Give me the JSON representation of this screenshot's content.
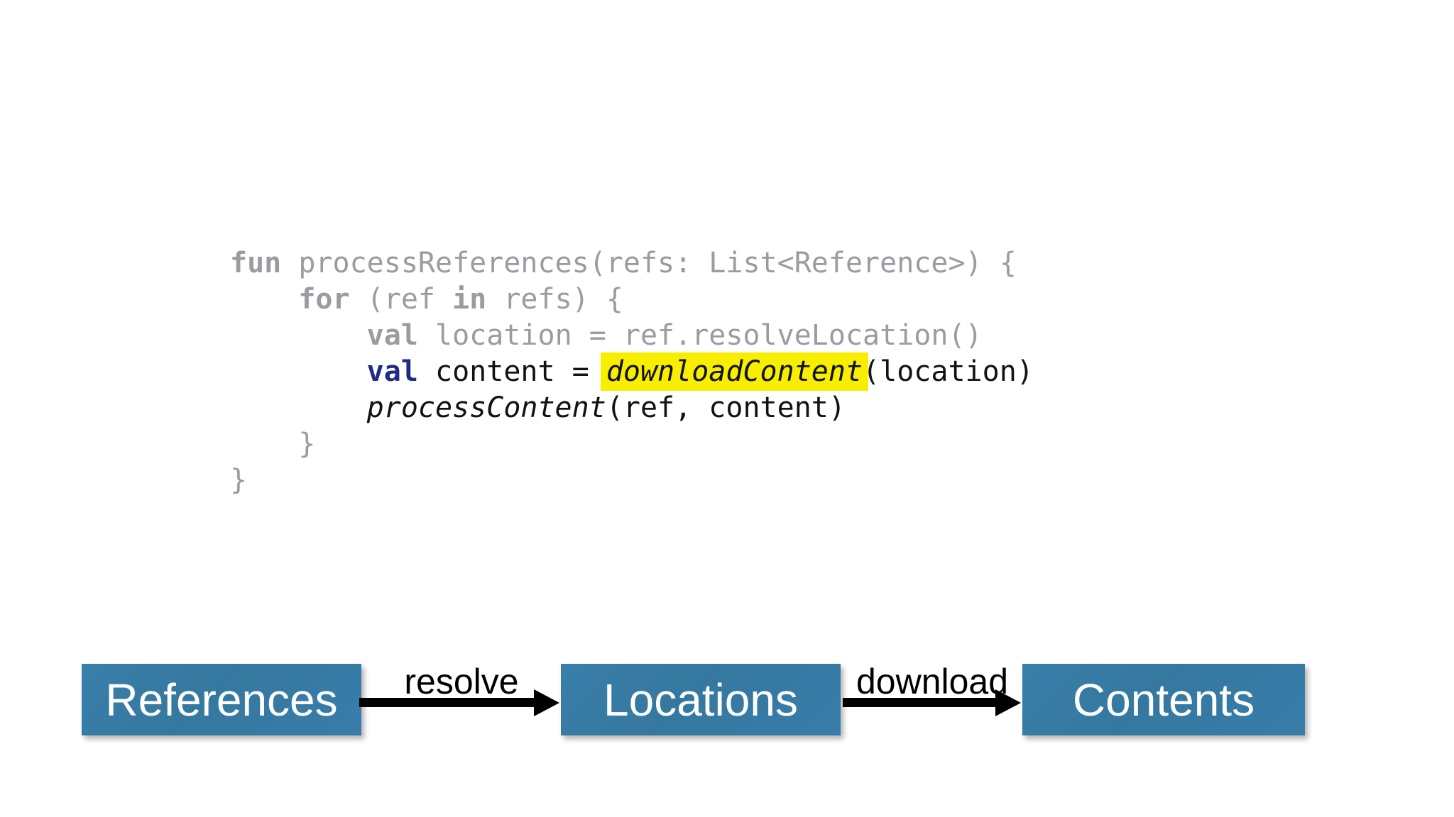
{
  "colors": {
    "box_blue": "#377ca8",
    "highlight_yellow": "#f8ee00",
    "keyword_navy": "#1f2b87",
    "code_gray": "#9b9ba2",
    "code_black": "#121212",
    "arrow_black": "#000000",
    "background": "#ffffff"
  },
  "code": {
    "language": "Kotlin",
    "lines": [
      [
        "fun",
        " processReferences(refs: List<Reference>) {"
      ],
      [
        "    ",
        "for",
        " (ref ",
        "in",
        " refs) {"
      ],
      [
        "        ",
        "val",
        " location = ref.resolveLocation()"
      ],
      [
        "        ",
        "val",
        " content = ",
        "downloadContent",
        "(location)"
      ],
      [
        "        ",
        "processContent",
        "(ref, content)"
      ],
      [
        "    }"
      ],
      [
        "}"
      ]
    ],
    "highlighted_token": "downloadContent"
  },
  "diagram": {
    "boxes": [
      {
        "label": "References"
      },
      {
        "label": "Locations"
      },
      {
        "label": "Contents"
      }
    ],
    "arrows": [
      {
        "label": "resolve"
      },
      {
        "label": "download"
      }
    ]
  }
}
